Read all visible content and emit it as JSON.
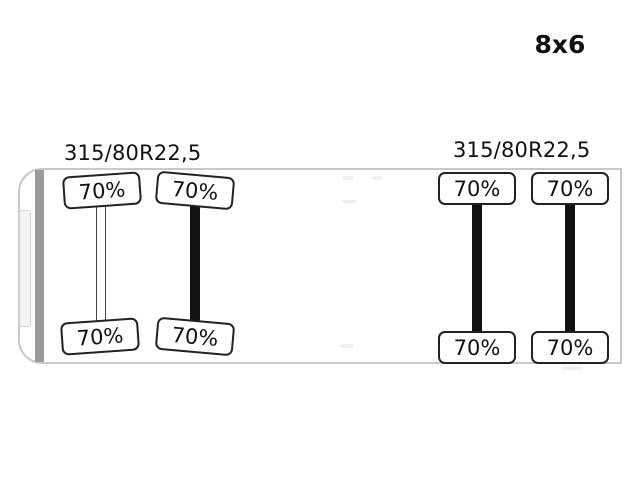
{
  "axle_configuration": "8x6",
  "tire_sizes": {
    "front": "315/80R22,5",
    "rear": "315/80R22,5"
  },
  "axles": [
    {
      "position": "front-1",
      "type": "steer",
      "tires": {
        "top": "70%",
        "bottom": "70%"
      }
    },
    {
      "position": "front-2",
      "type": "drive",
      "tires": {
        "top": "70%",
        "bottom": "70%"
      }
    },
    {
      "position": "rear-1",
      "type": "drive",
      "tires": {
        "top": "70%",
        "bottom": "70%"
      }
    },
    {
      "position": "rear-2",
      "type": "drive",
      "tires": {
        "top": "70%",
        "bottom": "70%"
      }
    }
  ],
  "colors": {
    "outline": "#222222",
    "drive_axle": "#111111",
    "bumper": "#9a9a9a",
    "chassis_border": "#c8c8c8"
  }
}
